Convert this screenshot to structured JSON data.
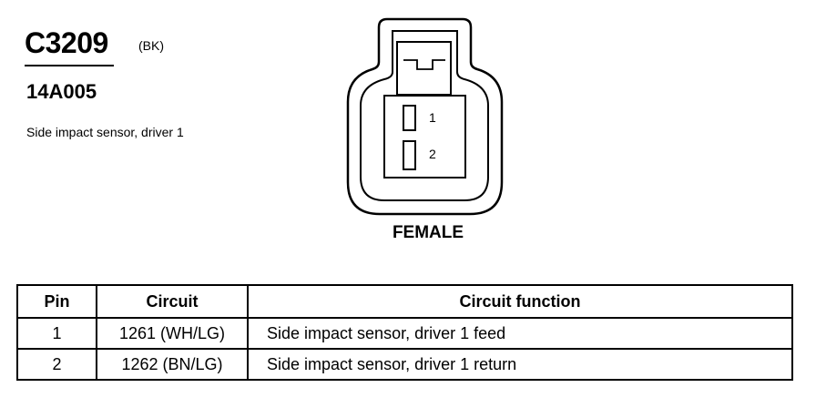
{
  "connector": {
    "id": "C3209",
    "color": "(BK)",
    "part_number": "14A005",
    "description": "Side impact sensor, driver 1",
    "gender": "FEMALE",
    "cavity_labels": [
      "1",
      "2"
    ]
  },
  "table": {
    "headers": [
      "Pin",
      "Circuit",
      "Circuit function"
    ],
    "rows": [
      {
        "pin": "1",
        "circuit": "1261 (WH/LG)",
        "function": "Side impact sensor, driver 1 feed"
      },
      {
        "pin": "2",
        "circuit": "1262 (BN/LG)",
        "function": "Side impact sensor, driver 1 return"
      }
    ]
  }
}
